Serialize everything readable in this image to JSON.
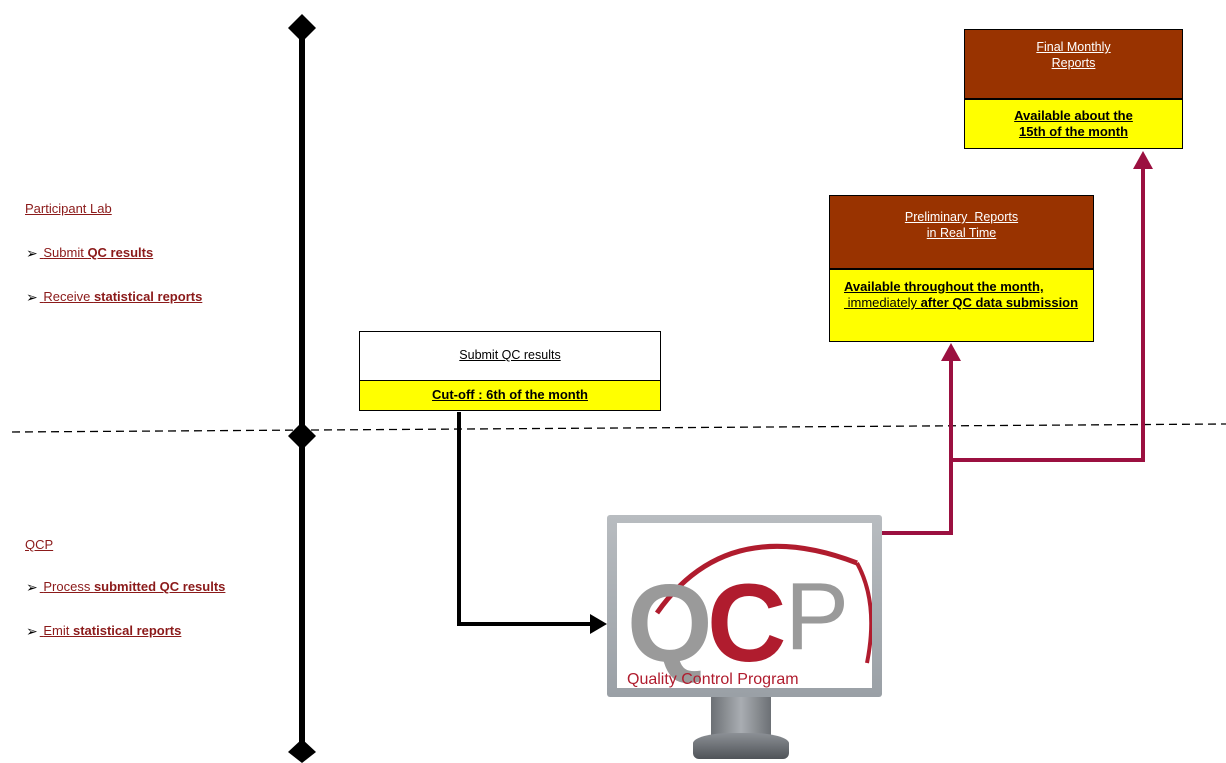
{
  "lanes": {
    "participant": {
      "title": "Participant Lab",
      "items": [
        {
          "plain": "Submit ",
          "bold": "QC results"
        },
        {
          "plain": "Receive ",
          "bold": "statistical reports"
        }
      ]
    },
    "qcp": {
      "title": "QCP",
      "items": [
        {
          "plain": "Process ",
          "bold": "submitted QC results"
        },
        {
          "plain": "Emit ",
          "bold": "statistical reports"
        }
      ]
    }
  },
  "boxes": {
    "submit": {
      "header": "Submit QC results",
      "body": "Cut-off : 6th of the month"
    },
    "preliminary": {
      "header_line1": "Preliminary  Reports",
      "header_line2": "in Real Time",
      "body_part1": "Available throughout the month,",
      "body_part2": " immediately ",
      "body_part3": "after QC data submission"
    },
    "final": {
      "header_line1": "Final Monthly",
      "header_line2": "Reports",
      "body_line1": "Available about the",
      "body_line2": "15th of the month"
    }
  },
  "logo": {
    "letter_q": "Q",
    "letter_c": "C",
    "letter_p": "P",
    "subtitle": "Quality Control Program"
  },
  "colors": {
    "accent_red": "#8b1a1a",
    "header_brown": "#993300",
    "highlight_yellow": "#ffff00",
    "arrow_maroon": "#9b1040",
    "logo_red": "#b01c2e"
  }
}
